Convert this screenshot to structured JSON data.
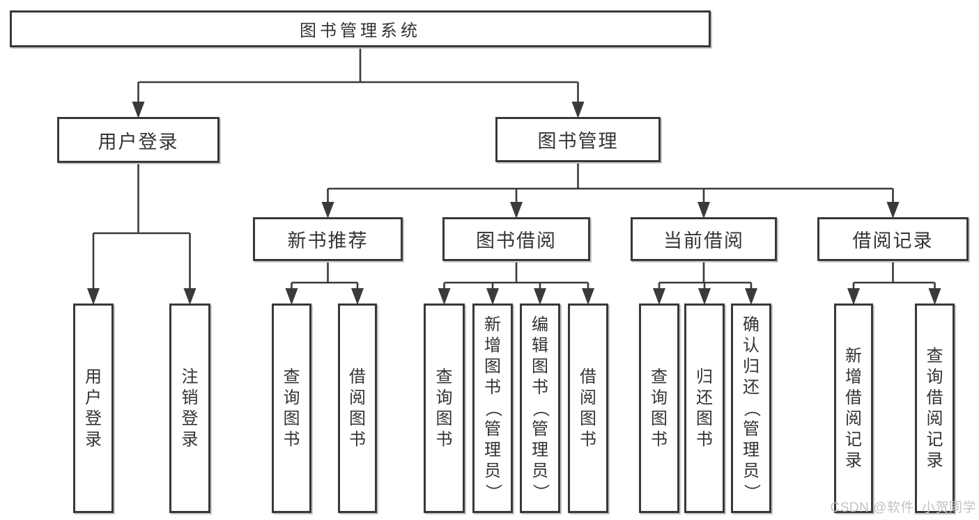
{
  "diagram": {
    "root": {
      "id": "library-system",
      "label": "图书管理系统",
      "children": [
        {
          "id": "user-login",
          "label": "用户登录",
          "children": [
            {
              "id": "user-login-item",
              "label": "用户登录"
            },
            {
              "id": "logout-item",
              "label": "注销登录"
            }
          ]
        },
        {
          "id": "book-management",
          "label": "图书管理",
          "children": [
            {
              "id": "new-book-recommend",
              "label": "新书推荐",
              "children": [
                {
                  "id": "query-books-1",
                  "label": "查询图书"
                },
                {
                  "id": "borrow-books-1",
                  "label": "借阅图书"
                }
              ]
            },
            {
              "id": "book-borrowing",
              "label": "图书借阅",
              "children": [
                {
                  "id": "query-books-2",
                  "label": "查询图书"
                },
                {
                  "id": "add-books-admin",
                  "label": "新增图书（管理员）"
                },
                {
                  "id": "edit-books-admin",
                  "label": "编辑图书（管理员）"
                },
                {
                  "id": "borrow-books-2",
                  "label": "借阅图书"
                }
              ]
            },
            {
              "id": "current-borrowing",
              "label": "当前借阅",
              "children": [
                {
                  "id": "query-books-3",
                  "label": "查询图书"
                },
                {
                  "id": "return-books",
                  "label": "归还图书"
                },
                {
                  "id": "confirm-return-admin",
                  "label": "确认归还（管理员）"
                }
              ]
            },
            {
              "id": "borrow-records",
              "label": "借阅记录",
              "children": [
                {
                  "id": "add-borrow-record",
                  "label": "新增借阅记录"
                },
                {
                  "id": "query-borrow-record",
                  "label": "查询借阅记录"
                }
              ]
            }
          ]
        }
      ]
    }
  },
  "colors": {
    "line": "#3a3a3a",
    "box_border": "#383838",
    "text": "#333333",
    "watermark_text": "#c2c2c2"
  },
  "watermark": {
    "text": "CSDN @软件_小贺同学"
  }
}
